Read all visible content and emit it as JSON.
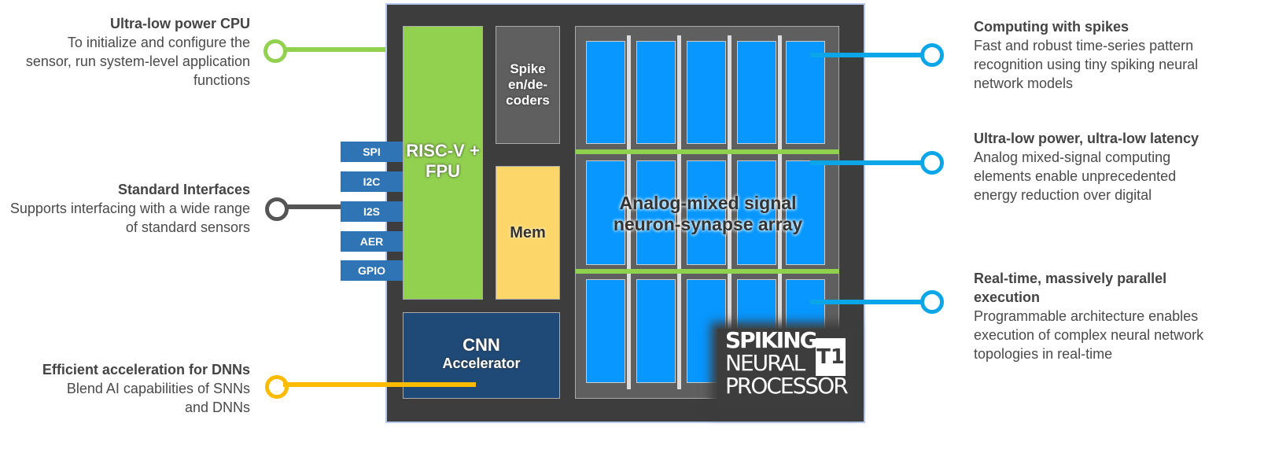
{
  "left_features": [
    {
      "title": "Ultra-low power CPU",
      "desc": "To initialize and configure the sensor, run system-level application functions",
      "color": "#92d050"
    },
    {
      "title": "Standard Interfaces",
      "desc": "Supports interfacing with a wide range of standard sensors",
      "color": "#4a4a4a"
    },
    {
      "title": "Efficient acceleration for DNNs",
      "desc": "Blend AI capabilities of SNNs and DNNs",
      "color": "#fdbb00"
    }
  ],
  "right_features": [
    {
      "title": "Computing with spikes",
      "desc": "Fast and robust time-series pattern recognition using tiny spiking neural network models",
      "color": "#0aa6e8"
    },
    {
      "title": "Ultra-low power, ultra-low latency",
      "desc": "Analog mixed-signal computing elements enable unprecedented energy reduction over digital",
      "color": "#0aa6e8"
    },
    {
      "title": "Real-time, massively parallel execution",
      "desc": "Programmable architecture enables execution of complex neural network topologies in real-time",
      "color": "#0aa6e8"
    }
  ],
  "chip": {
    "cpu": "RISC-V + FPU",
    "spike": "Spike en/de-coders",
    "mem": "Mem",
    "cnn_line1": "CNN",
    "cnn_line2": "Accelerator",
    "array": "Analog-mixed signal neuron-synapse array",
    "interfaces": [
      "SPI",
      "I2C",
      "I2S",
      "AER",
      "GPIO"
    ]
  },
  "logo": {
    "line1": "SPIKING",
    "line2": "NEURAL",
    "line3": "PROCESSOR",
    "badge": "T1"
  }
}
